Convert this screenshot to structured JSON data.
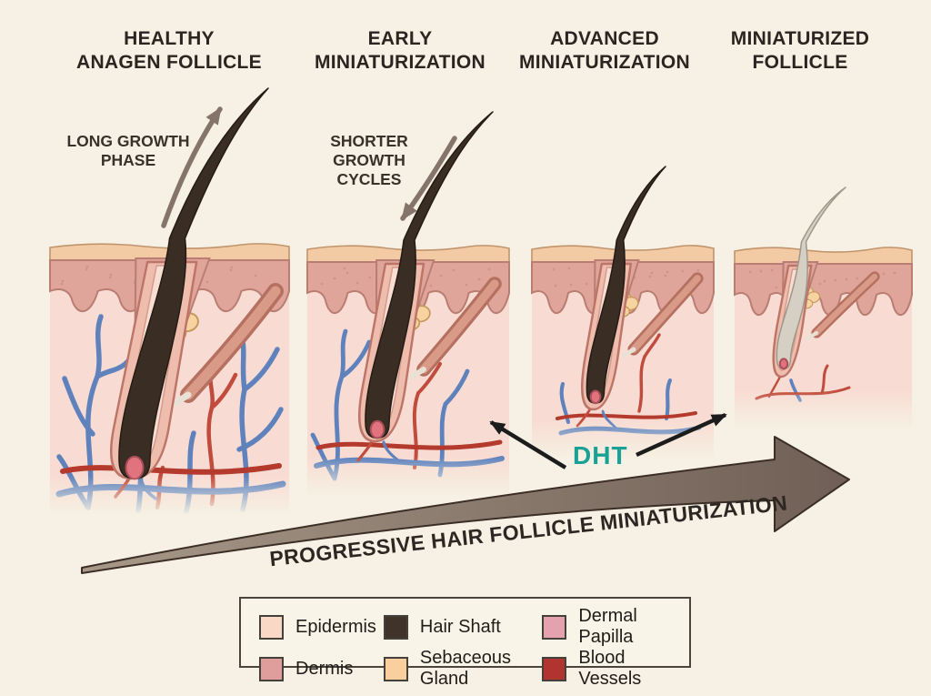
{
  "columns": [
    {
      "line1": "HEALTHY",
      "line2": "ANAGEN FOLLICLE"
    },
    {
      "line1": "EARLY",
      "line2": "MINIATURIZATION"
    },
    {
      "line1": "ADVANCED",
      "line2": "MINIATURIZATION"
    },
    {
      "line1": "MINIATURIZED",
      "line2": "FOLLICLE"
    }
  ],
  "annotations": {
    "long_growth_phase": {
      "line1": "LONG GROWTH",
      "line2": "PHASE"
    },
    "shorter_growth_cycles": {
      "line1": "SHORTER",
      "line2": "GROWTH",
      "line3": "CYCLES"
    },
    "dht_label": "DHT",
    "dht_color": "#17a295",
    "progress_arrow_label": "PROGRESSIVE HAIR FOLLICLE MINIATURIZATION"
  },
  "legend": {
    "items": [
      {
        "label": "Epidermis",
        "color": "#f9d8c5"
      },
      {
        "label": "Dermis",
        "color": "#df9e9b"
      },
      {
        "label": "Hair Shaft",
        "color": "#40342a"
      },
      {
        "label": "Sebaceous Gland",
        "color": "#f8cf9d"
      },
      {
        "label": "Dermal Papilla",
        "color": "#e3a2ad"
      },
      {
        "label": "Blood Vessels",
        "color": "#b23430"
      }
    ]
  }
}
